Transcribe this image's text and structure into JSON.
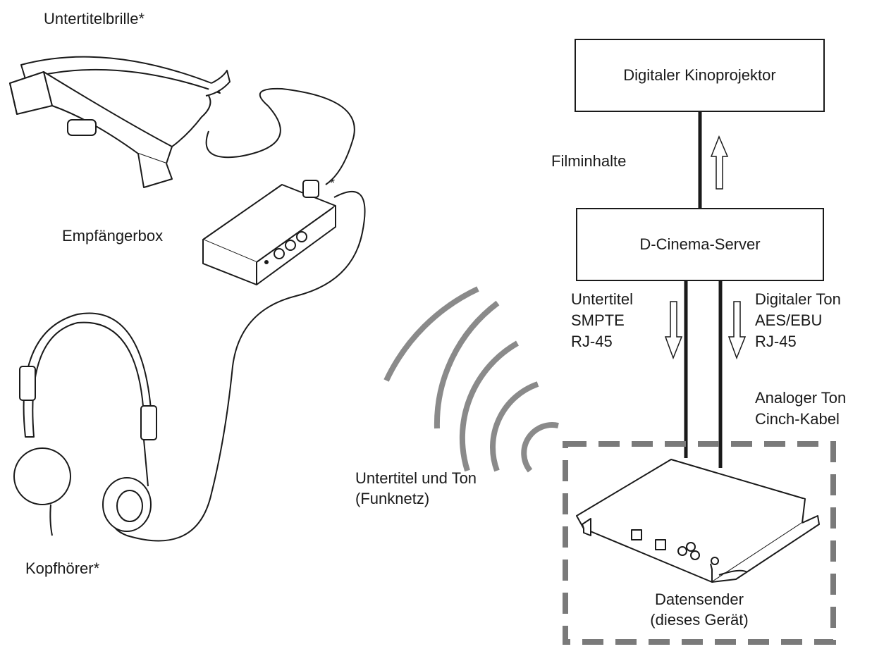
{
  "devices": {
    "glasses_label": "Untertitelbrille*",
    "receiver_label": "Empfängerbox",
    "receiver_mark": "*",
    "headphones_label": "Kopfhörer*"
  },
  "wireless": {
    "label_line1": "Untertitel und Ton",
    "label_line2": "(Funknetz)"
  },
  "chain": {
    "projector": "Digitaler Kinoprojektor",
    "content_label": "Filminhalte",
    "server": "D-Cinema-Server",
    "subtitle_signal": [
      "Untertitel",
      "SMPTE",
      "RJ-45"
    ],
    "digital_audio": [
      "Digitaler Ton",
      "AES/EBU",
      "RJ-45"
    ],
    "analog_audio": [
      "Analoger Ton",
      "Cinch-Kabel"
    ],
    "transmitter": [
      "Datensender",
      "(dieses Gerät)"
    ]
  },
  "colors": {
    "line": "#1a1a1a",
    "wave": "#8a8a8a",
    "dashed_frame": "#7a7a7a"
  }
}
